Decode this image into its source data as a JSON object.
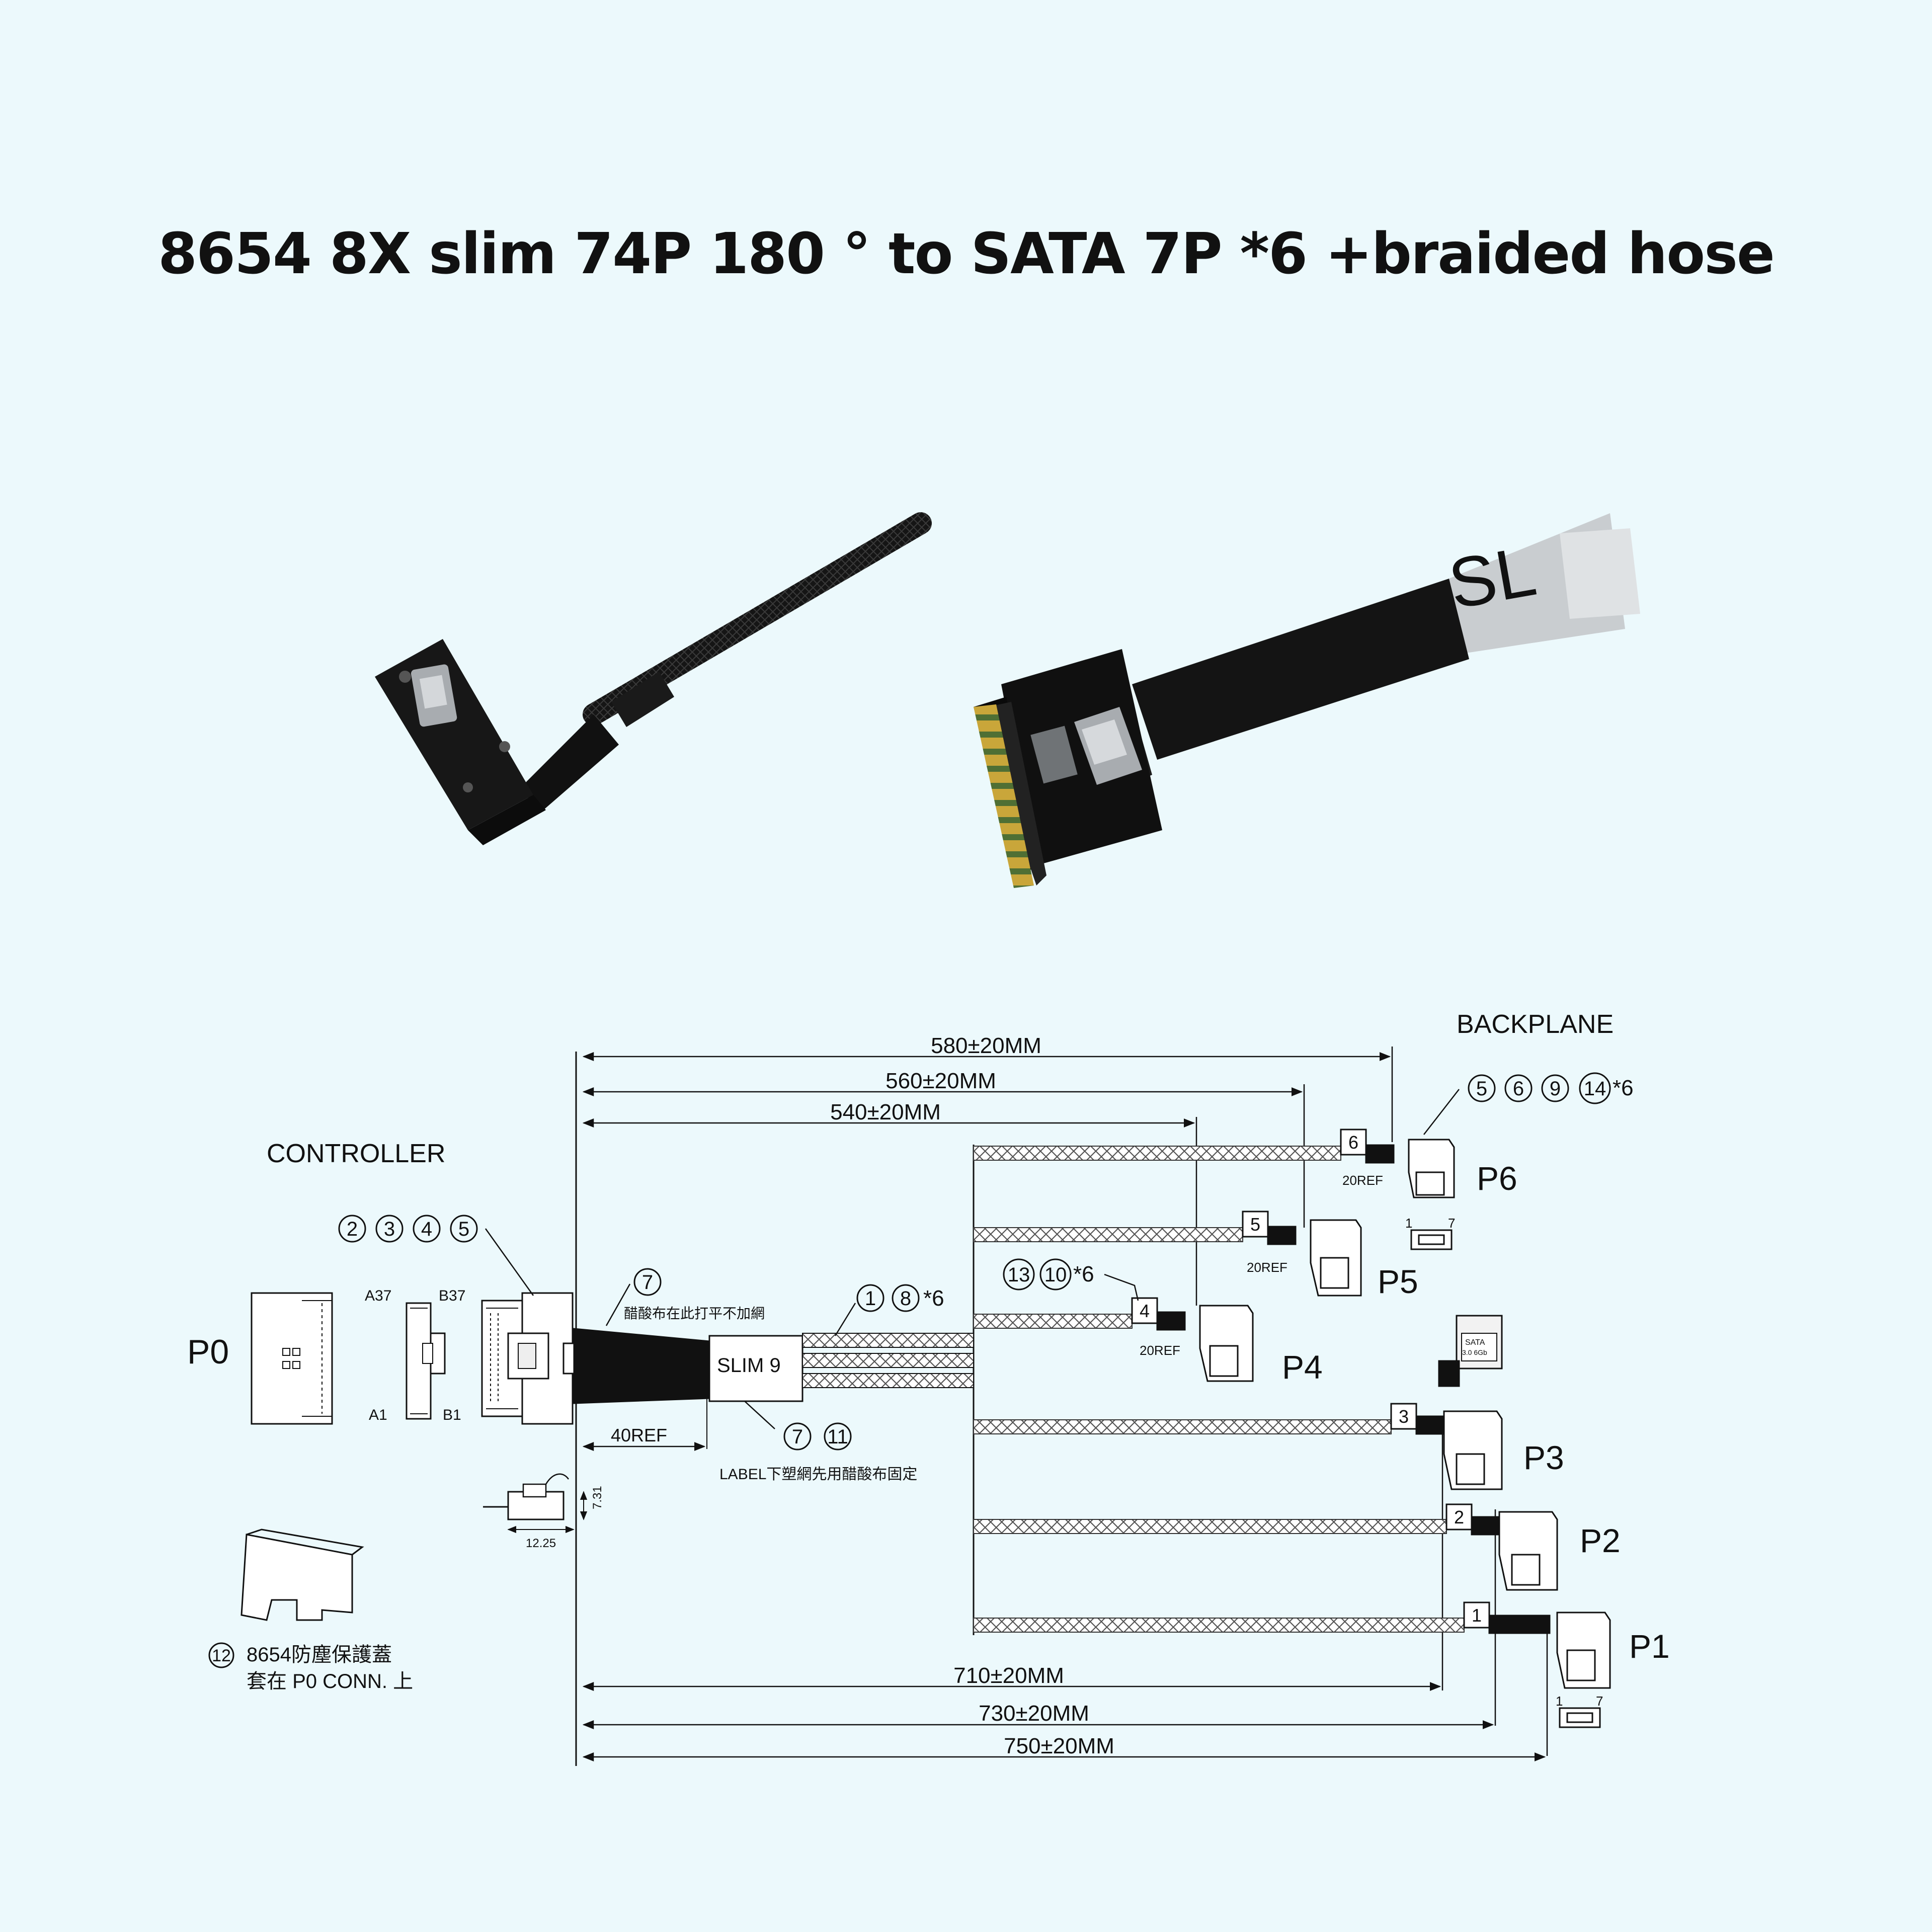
{
  "title": "8654 8X slim 74P 180 ° to SATA 7P *6 +braided hose",
  "photo": {
    "label_text": "SL",
    "colors": {
      "background": "#ecf9fc",
      "cable": "#141414",
      "gold": "#c9a63a",
      "pcb": "#5a7d3c",
      "metal": "#a8acb0"
    }
  },
  "diagram": {
    "controller_label": "CONTROLLER",
    "backplane_label": "BACKPLANE",
    "p0_label": "P0",
    "p0_pins": {
      "a37": "A37",
      "b37": "B37",
      "a1": "A1",
      "b1": "B1"
    },
    "controller_balloons": [
      "2",
      "3",
      "4",
      "5"
    ],
    "balloon7_top": "7",
    "acetate_note": "醋酸布在此打平不加網",
    "slim_label": "SLIM 9",
    "balloons_18": [
      "1",
      "8"
    ],
    "balloons_18_suffix": "*6",
    "balloons_711": [
      "7",
      "11"
    ],
    "label_note": "LABEL下塑網先用醋酸布固定",
    "ref40": "40REF",
    "dim_7_31": "7.31",
    "dim_12_25": "12.25",
    "dust_cap_balloon": "12",
    "dust_cap_line1": "8654防塵保護蓋",
    "dust_cap_line2": "套在 P0 CONN. 上",
    "top_balloons": [
      "5",
      "6",
      "9",
      "14"
    ],
    "top_balloons_suffix": "*6",
    "mid_balloons": [
      "13",
      "10"
    ],
    "mid_balloons_suffix": "*6",
    "ref20": "20REF",
    "sata_chip_line1": "SATA",
    "sata_chip_line2": "3.0 6Gb",
    "pin1": "1",
    "pin7": "7",
    "dims": {
      "d580": "580±20MM",
      "d560": "560±20MM",
      "d540": "540±20MM",
      "d710": "710±20MM",
      "d730": "730±20MM",
      "d750": "750±20MM"
    },
    "ports": [
      {
        "name": "P6",
        "number": "6"
      },
      {
        "name": "P5",
        "number": "5"
      },
      {
        "name": "P4",
        "number": "4"
      },
      {
        "name": "P3",
        "number": "3"
      },
      {
        "name": "P2",
        "number": "2"
      },
      {
        "name": "P1",
        "number": "1"
      }
    ]
  }
}
